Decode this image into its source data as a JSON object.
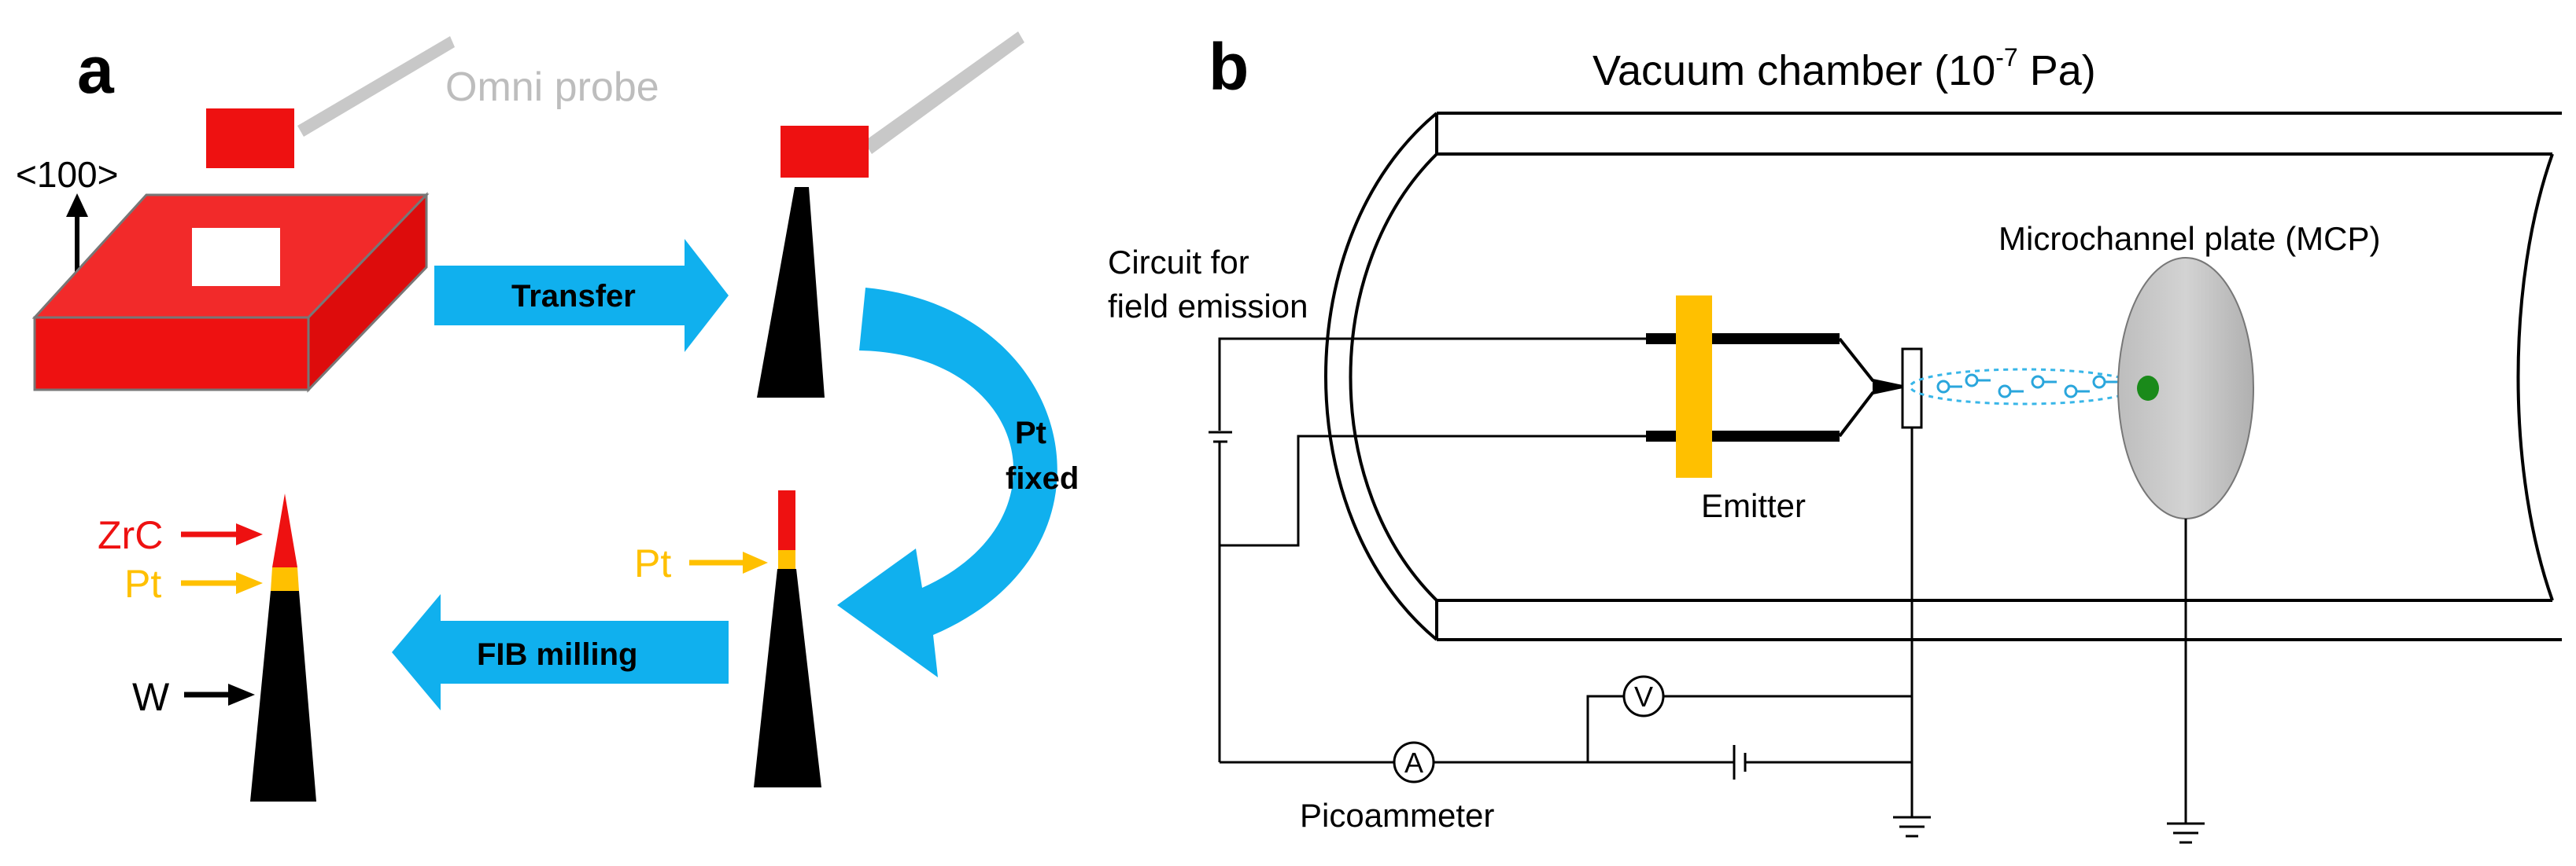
{
  "panel_a": {
    "label": "a",
    "probe_label": "Omni probe",
    "orientation_label": "<100>",
    "transfer_label": "Transfer",
    "pt_fixed_label_line1": "Pt",
    "pt_fixed_label_line2": "fixed",
    "fib_label": "FIB milling",
    "pt_label_mid": "Pt",
    "zrc_label": "ZrC",
    "pt_label_final": "Pt",
    "w_label": "W"
  },
  "panel_b": {
    "label": "b",
    "chamber_title_prefix": "Vacuum chamber (10",
    "chamber_title_exp": "-7",
    "chamber_title_suffix": " Pa)",
    "circuit_label_line1": "Circuit for",
    "circuit_label_line2": "field emission",
    "emitter_label": "Emitter",
    "mcp_label": "Microchannel plate (MCP)",
    "picoammeter_label": "Picoammeter",
    "ammeter_symbol": "A",
    "voltmeter_symbol": "V"
  },
  "colors": {
    "red": "#ee1111",
    "blue_arrow": "#10b0ee",
    "yellow": "#ffc000",
    "black": "#000000",
    "probe_gray": "#c0c0c0",
    "mcp_gray": "#cccccc",
    "spot_green": "#1a8a1a",
    "beam_blue": "#38b6e8"
  }
}
